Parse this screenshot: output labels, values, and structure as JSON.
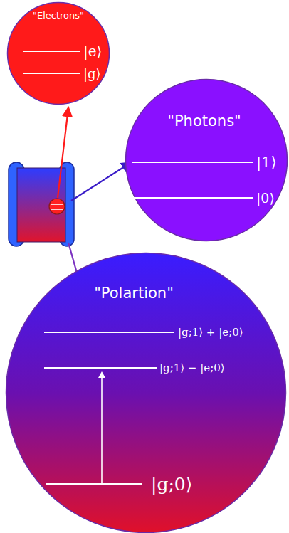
{
  "diagram": {
    "nodes": [
      {
        "text": [
          "\"Electrons\"",
          "|e⟩",
          "|g⟩"
        ]
      },
      {
        "text": [
          "\"Photons\"",
          "|1⟩",
          "|0⟩"
        ]
      },
      {
        "text": [
          "\"Polartion\"",
          "|g;1⟩ + |e;0⟩",
          "|g;1⟩ − |e;0⟩",
          "|g;0⟩"
        ]
      }
    ]
  }
}
